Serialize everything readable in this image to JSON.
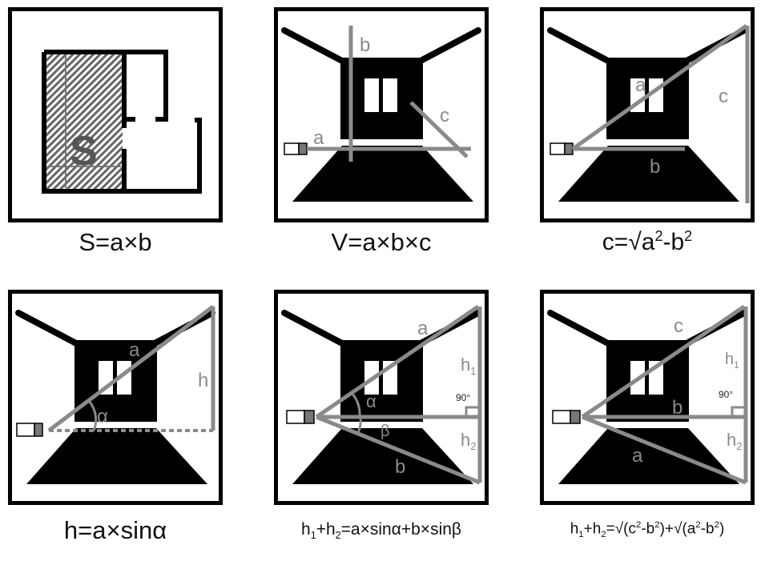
{
  "panels": [
    {
      "labels": {
        "s": "S"
      },
      "caption": [
        "S=a×b"
      ]
    },
    {
      "labels": {
        "a": "a",
        "b": "b",
        "c": "c"
      },
      "caption": [
        "V=a×b×c"
      ]
    },
    {
      "labels": {
        "a": "a",
        "b": "b",
        "c": "c"
      },
      "caption": [
        "c=√a",
        "2",
        "-b",
        "2"
      ]
    },
    {
      "labels": {
        "a": "a",
        "alpha": "α",
        "h": "h"
      },
      "caption": [
        "h=a×sinα"
      ]
    },
    {
      "labels": {
        "a": "a",
        "b": "b",
        "alpha": "α",
        "beta": "β",
        "h1": "h",
        "h1_sub": "1",
        "h2": "h",
        "h2_sub": "2",
        "angle": "90°"
      },
      "caption": [
        "h",
        "1",
        "+h",
        "2",
        "=a×sinα+b×sinβ"
      ]
    },
    {
      "labels": {
        "a": "a",
        "b": "b",
        "c": "c",
        "h1": "h",
        "h1_sub": "1",
        "h2": "h",
        "h2_sub": "2",
        "angle": "90°"
      },
      "caption": [
        "h",
        "1",
        "+h",
        "2",
        "=√(c",
        "2",
        "-b",
        "2",
        ")+√(a",
        "2",
        "-b",
        "2",
        ")"
      ]
    }
  ],
  "colors": {
    "ink": "#000000",
    "measure": "#8a8a8a"
  }
}
